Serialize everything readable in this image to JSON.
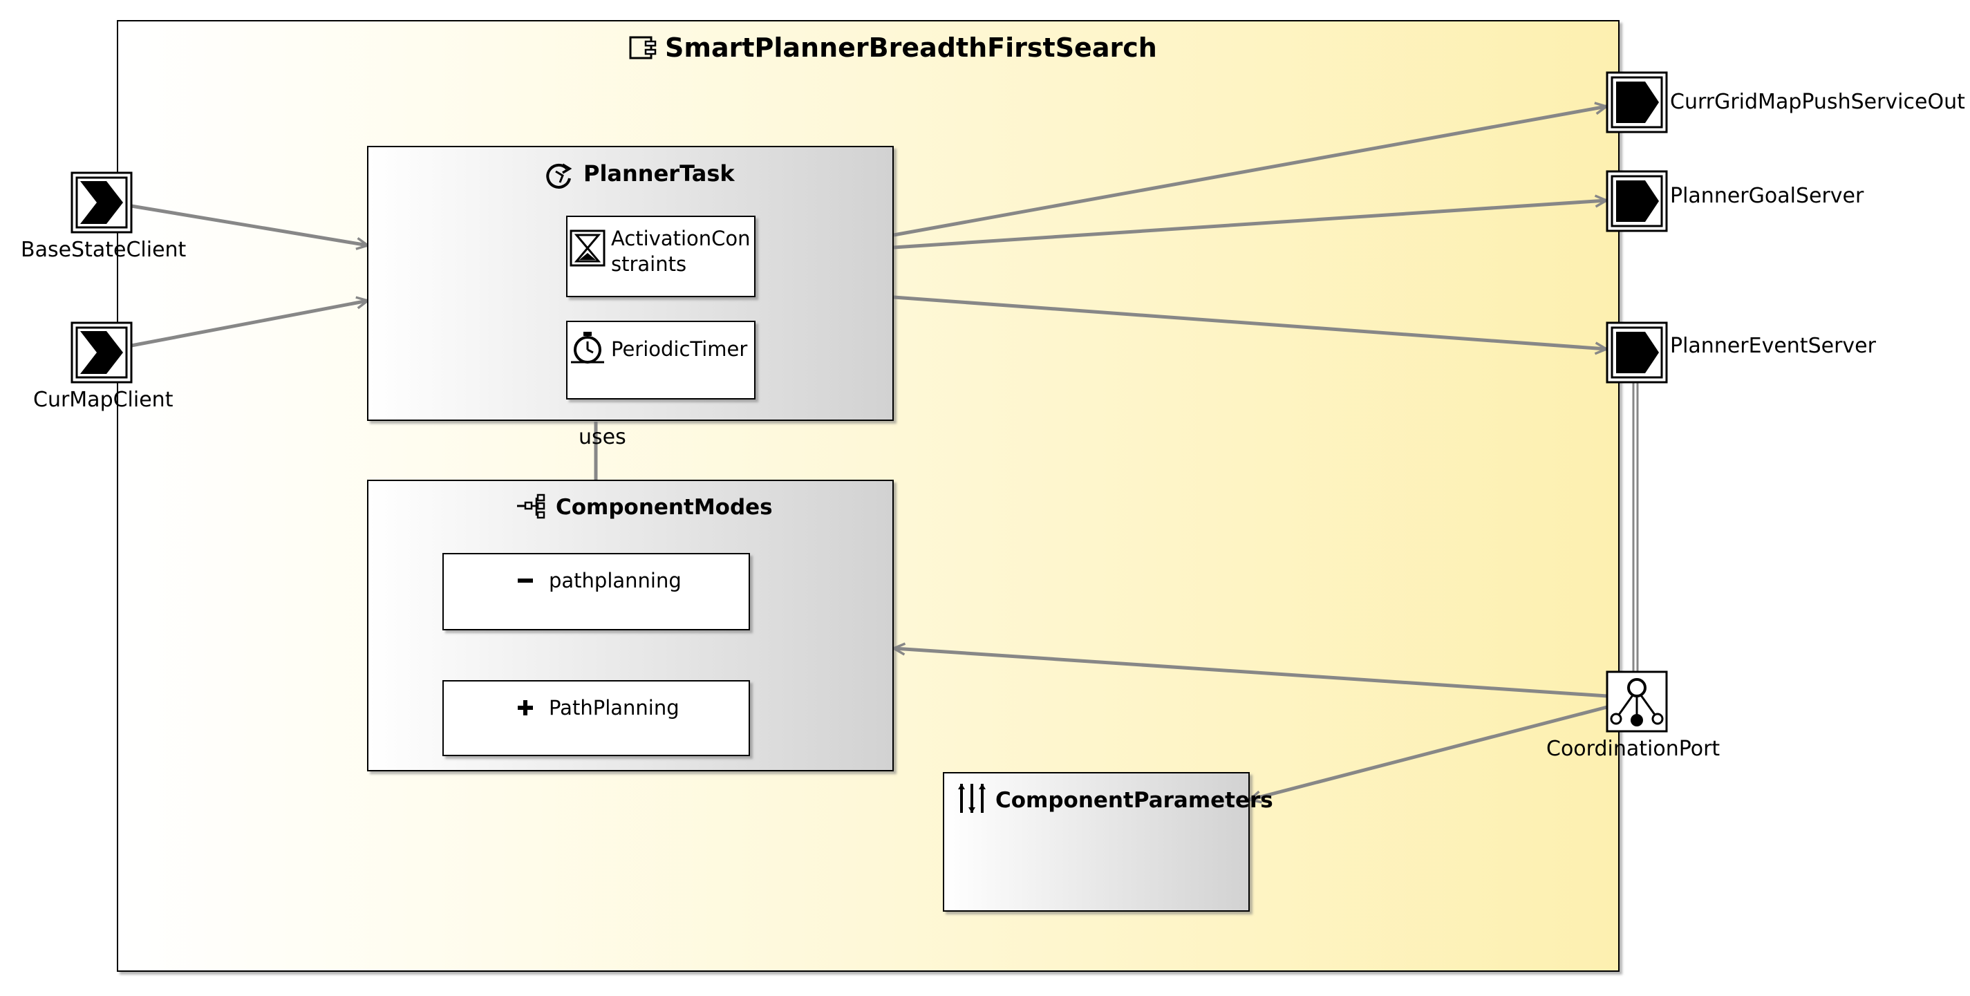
{
  "component": {
    "name": "SmartPlannerBreadthFirstSearch",
    "icon": "component-icon"
  },
  "ports_in": [
    {
      "id": "base-state-client",
      "label": "BaseStateClient",
      "icon": "client-port-icon"
    },
    {
      "id": "cur-map-client",
      "label": "CurMapClient",
      "icon": "client-port-icon"
    }
  ],
  "ports_out": [
    {
      "id": "curr-grid-map-push-service-out",
      "label": "CurrGridMapPushServiceOut",
      "icon": "server-port-icon"
    },
    {
      "id": "planner-goal-server",
      "label": "PlannerGoalServer",
      "icon": "server-port-icon"
    },
    {
      "id": "planner-event-server",
      "label": "PlannerEventServer",
      "icon": "server-port-icon"
    }
  ],
  "coordination_port": {
    "label": "CoordinationPort",
    "icon": "coordination-port-icon"
  },
  "planner_task": {
    "title": "PlannerTask",
    "icon": "task-cycle-icon",
    "activation": {
      "line1": "ActivationCon",
      "line2": "straints",
      "icon": "hourglass-icon"
    },
    "timer": {
      "label": "PeriodicTimer",
      "icon": "stopwatch-icon"
    }
  },
  "uses_label": "uses",
  "component_modes": {
    "title": "ComponentModes",
    "icon": "mode-tree-icon",
    "modes": [
      {
        "label": "pathplanning",
        "icon": "minus-icon"
      },
      {
        "label": "PathPlanning",
        "icon": "plus-icon"
      }
    ]
  },
  "component_parameters": {
    "title": "ComponentParameters",
    "icon": "sliders-icon"
  },
  "colors": {
    "edge": "#878787",
    "port_fill": "#000000",
    "gradient_start": "#ffffff",
    "gradient_end": "#fdf1b4"
  }
}
